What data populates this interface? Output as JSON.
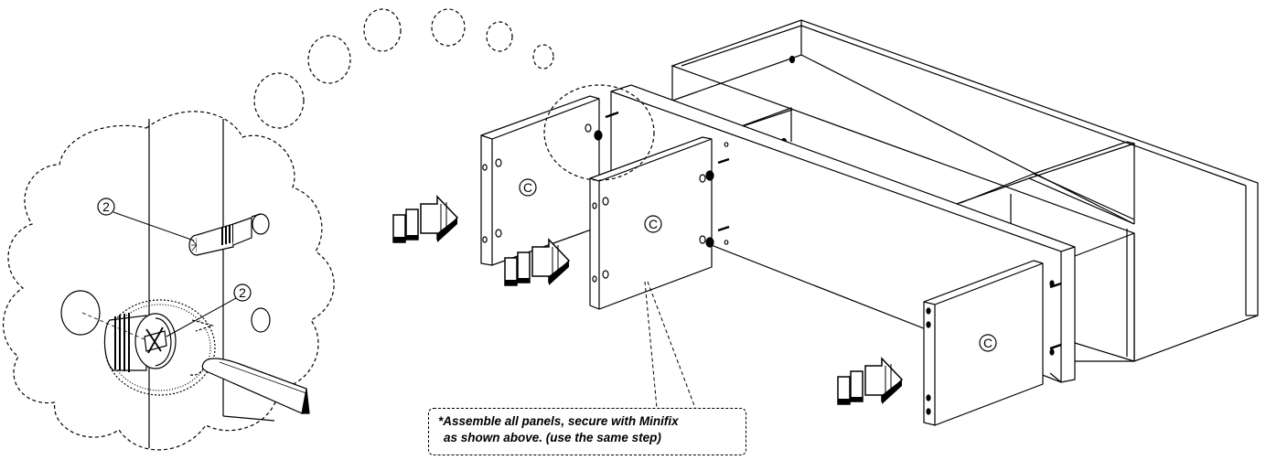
{
  "diagram": {
    "part_labels": {
      "minifix_bolt": "2",
      "minifix_cam": "2"
    },
    "panel_labels": [
      "C",
      "C",
      "C"
    ],
    "note": {
      "line1": "*Assemble all panels, secure with Minifix",
      "line2": "as shown above. (use the same step)"
    }
  }
}
